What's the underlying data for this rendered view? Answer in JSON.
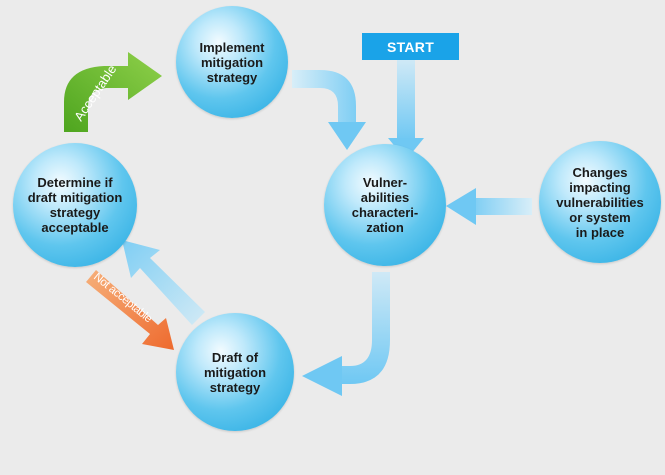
{
  "start_label": "START",
  "nodes": {
    "implement": "Implement\nmitigation\nstrategy",
    "vulnerabilities": "Vulner-\nabilities\ncharacteri-\nzation",
    "changes": "Changes\nimpacting\nvulnerabilities\nor system\nin place",
    "determine": "Determine if\ndraft mitigation\nstrategy\nacceptable",
    "draft": "Draft of\nmitigation\nstrategy"
  },
  "edge_labels": {
    "acceptable": "Acceptable",
    "not_acceptable": "Not acceptable"
  },
  "colors": {
    "background": "#ebebeb",
    "node_fill": "#1fa7e0",
    "arrow_blue": "#8fd4f5",
    "accept_green": "#7cbf3a",
    "reject_orange": "#f0743a",
    "start_box": "#1aa3e8"
  }
}
